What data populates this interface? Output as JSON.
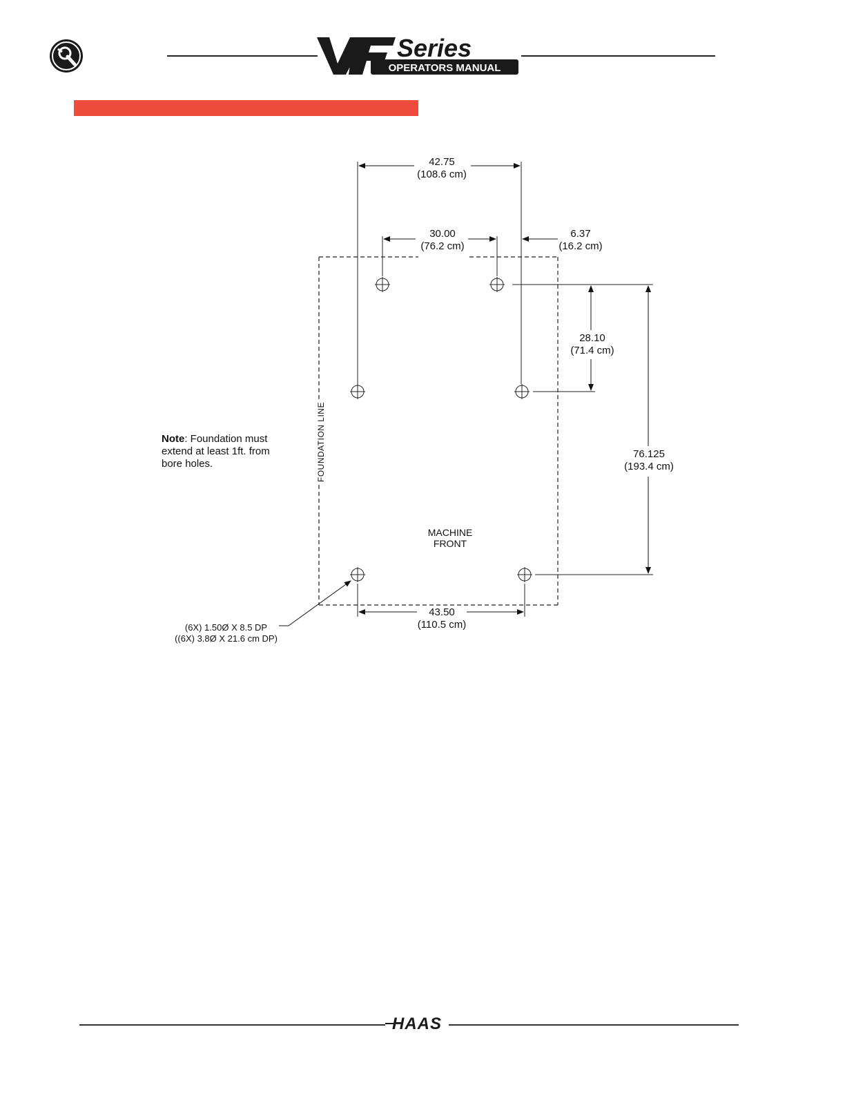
{
  "header": {
    "logo_series": "VF Series",
    "logo_subtitle": "OPERATORS MANUAL"
  },
  "colors": {
    "section_bar": "#ee4d3d",
    "ink": "#111111",
    "logo_fill": "#1a1a1a"
  },
  "icons": {
    "section_icon": "wrench-magnifier-icon",
    "footer_logo": "haas-logo"
  },
  "drawing": {
    "dimensions": {
      "top_width": {
        "value": "42.75",
        "metric": "(108.6 cm)"
      },
      "inner_width": {
        "value": "30.00",
        "metric": "(76.2 cm)"
      },
      "right_offset": {
        "value": "6.37",
        "metric": "(16.2 cm)"
      },
      "upper_height": {
        "value": "28.10",
        "metric": "(71.4 cm)"
      },
      "total_height": {
        "value": "76.125",
        "metric": "(193.4 cm)"
      },
      "bottom_width": {
        "value": "43.50",
        "metric": "(110.5 cm)"
      }
    },
    "foundation_label": "FOUNDATION LINE",
    "machine_front": [
      "MACHINE",
      "FRONT"
    ],
    "hole_callout": [
      "(6X) 1.50Ø X 8.5 DP",
      "((6X) 3.8Ø X 21.6 cm DP)"
    ],
    "note": {
      "label": "Note",
      "text": ":  Foundation must extend at least 1ft. from bore holes."
    }
  },
  "footer": {
    "brand": "HAAS"
  }
}
